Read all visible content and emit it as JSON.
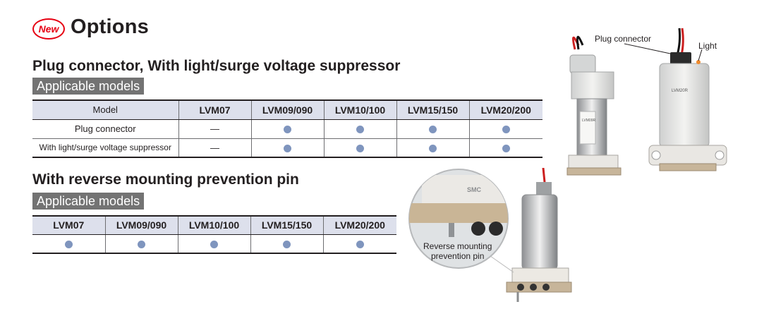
{
  "header": {
    "badge": "New",
    "title": "Options"
  },
  "plug_section": {
    "title": "Plug connector, With light/surge voltage suppressor",
    "applicable_label": "Applicable models",
    "columns": [
      "Model",
      "LVM07",
      "LVM09/090",
      "LVM10/100",
      "LVM15/150",
      "LVM20/200"
    ],
    "rows": [
      {
        "label": "Plug connector",
        "cells": [
          "—",
          "●",
          "●",
          "●",
          "●"
        ]
      },
      {
        "label": "With light/surge voltage suppressor",
        "cells": [
          "—",
          "●",
          "●",
          "●",
          "●"
        ]
      }
    ]
  },
  "pin_section": {
    "title": "With reverse mounting prevention pin",
    "applicable_label": "Applicable models",
    "columns": [
      "LVM07",
      "LVM09/090",
      "LVM10/100",
      "LVM15/150",
      "LVM20/200"
    ],
    "cells": [
      "●",
      "●",
      "●",
      "●",
      "●"
    ]
  },
  "figures": {
    "plug_connector_label": "Plug connector",
    "light_label": "Light",
    "pin_label_line1": "Reverse mounting",
    "pin_label_line2": "prevention pin",
    "valve_left_marking": "LVM09R",
    "valve_right_marking": "LVM20R",
    "brand_marking": "SMC",
    "colors": {
      "accent_red": "#e60012",
      "dot_blue": "#7f95be",
      "header_fill": "#dde0ec",
      "tag_gray": "#737373"
    }
  }
}
